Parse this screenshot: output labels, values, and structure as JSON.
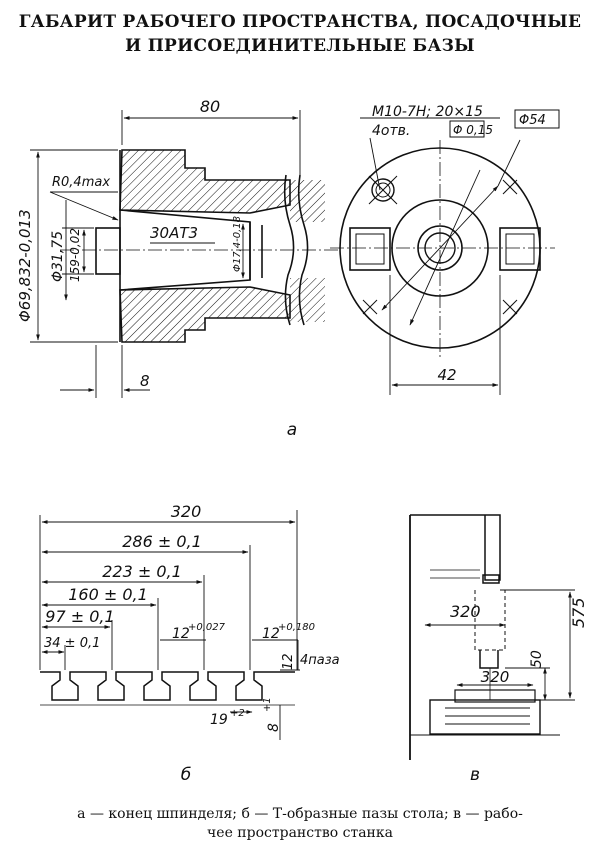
{
  "title": {
    "line1": "ГАБАРИТ РАБОЧЕГО ПРОСТРАНСТВА, ПОСАДОЧНЫЕ",
    "line2": "И ПРИСОЕДИНИТЕЛЬНЫЕ БАЗЫ"
  },
  "fig_a": {
    "label": "а",
    "dim_80": "80",
    "dim_diam_main": "Φ69,832-0,013",
    "dim_radius": "R0,4max",
    "dim_diam_3175": "Φ31,75",
    "dim_159": "159-0,02",
    "taper": "30АТ3",
    "dim_diam_174": "Φ17,4-0,18",
    "dim_8": "8",
    "thread": "М10-7Н; 20×15",
    "holes": "4отв.",
    "position_tol": "Φ 0,15",
    "dim_diam_54": "Φ54",
    "dim_42": "42"
  },
  "fig_b": {
    "label": "б",
    "dim_320": "320",
    "dim_286": "286 ± 0,1",
    "dim_223": "223 ± 0,1",
    "dim_160": "160 ± 0,1",
    "dim_97": "97 ± 0,1",
    "dim_34": "34 ± 0,1",
    "dim_12a": "12",
    "dim_12a_tol": "+0,027",
    "dim_12b": "12",
    "dim_12b_tol": "+0,180",
    "slots": "4паза",
    "dim_12c": "12",
    "dim_19": "19",
    "dim_19_tol": "+2",
    "dim_8": "8",
    "dim_8_tol": "+1"
  },
  "fig_v": {
    "label": "в",
    "dim_320_upper": "320",
    "dim_575": "575",
    "dim_50": "50",
    "dim_320_lower": "320"
  },
  "caption": {
    "line1": "а — конец шпинделя; б — Т-образные пазы стола; в — рабо-",
    "line2": "чее пространство станка"
  }
}
